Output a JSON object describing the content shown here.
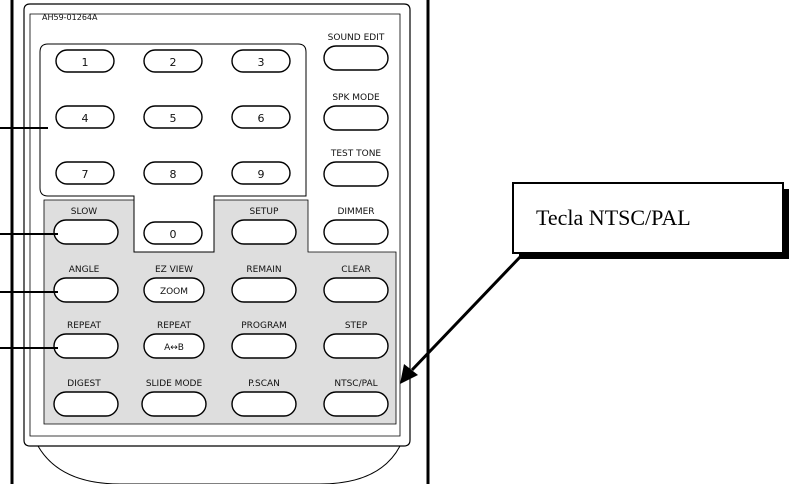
{
  "remote": {
    "model": "AH59-01264A",
    "number_keys": [
      "1",
      "2",
      "3",
      "4",
      "5",
      "6",
      "7",
      "8",
      "9",
      "0"
    ],
    "side_keys": [
      "SOUND EDIT",
      "SPK MODE",
      "TEST TONE",
      "DIMMER"
    ],
    "row_slow": {
      "slow": "SLOW",
      "setup": "SETUP"
    },
    "row_angle": {
      "angle": "ANGLE",
      "ezview": "EZ VIEW",
      "zoom": "ZOOM",
      "remain": "REMAIN",
      "clear": "CLEAR"
    },
    "row_repeat": {
      "repeat1": "REPEAT",
      "repeat2": "REPEAT",
      "ab": "A↔B",
      "program": "PROGRAM",
      "step": "STEP"
    },
    "row_digest": {
      "digest": "DIGEST",
      "slidemode": "SLIDE MODE",
      "pscan": "P.SCAN",
      "ntscpal": "NTSC/PAL"
    }
  },
  "callout": {
    "text": "Tecla NTSC/PAL"
  }
}
